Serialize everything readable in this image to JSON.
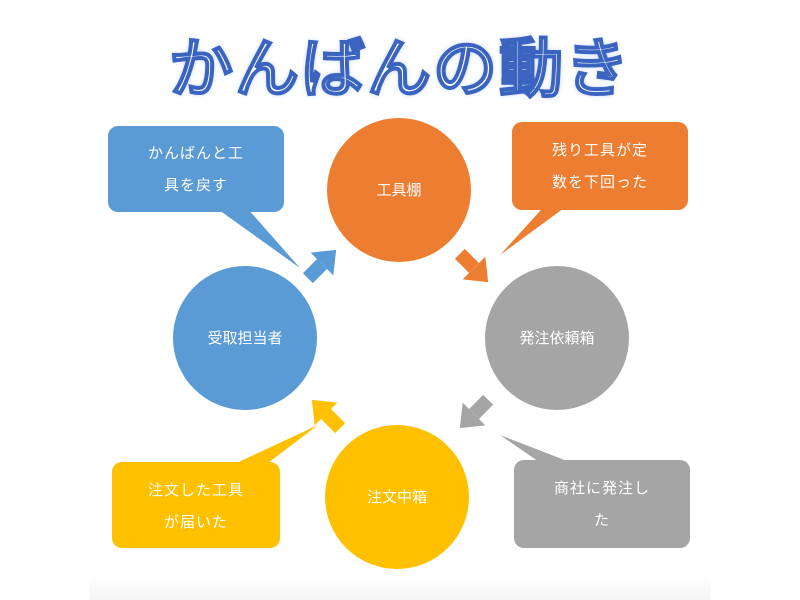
{
  "title": "かんばんの動き",
  "nodes": {
    "tool_shelf": {
      "label": "工具棚",
      "color": "#ED7D31"
    },
    "order_box": {
      "label": "発注依頼箱",
      "color": "#A5A5A5"
    },
    "order_middle_box": {
      "label": "注文中箱",
      "color": "#FFC000"
    },
    "receiver": {
      "label": "受取担当者",
      "color": "#5B9BD5"
    }
  },
  "callouts": {
    "return": {
      "line1": "かんばんと工",
      "line2": "具を戻す",
      "color": "#5B9BD5"
    },
    "below_quantity": {
      "line1": "残り工具が定",
      "line2": "数を下回った",
      "color": "#ED7D31"
    },
    "ordered": {
      "line1": "商社に発注し",
      "line2": "た",
      "color": "#A5A5A5"
    },
    "arrived": {
      "line1": "注文した工具",
      "line2": "が届いた",
      "color": "#FFC000"
    }
  }
}
